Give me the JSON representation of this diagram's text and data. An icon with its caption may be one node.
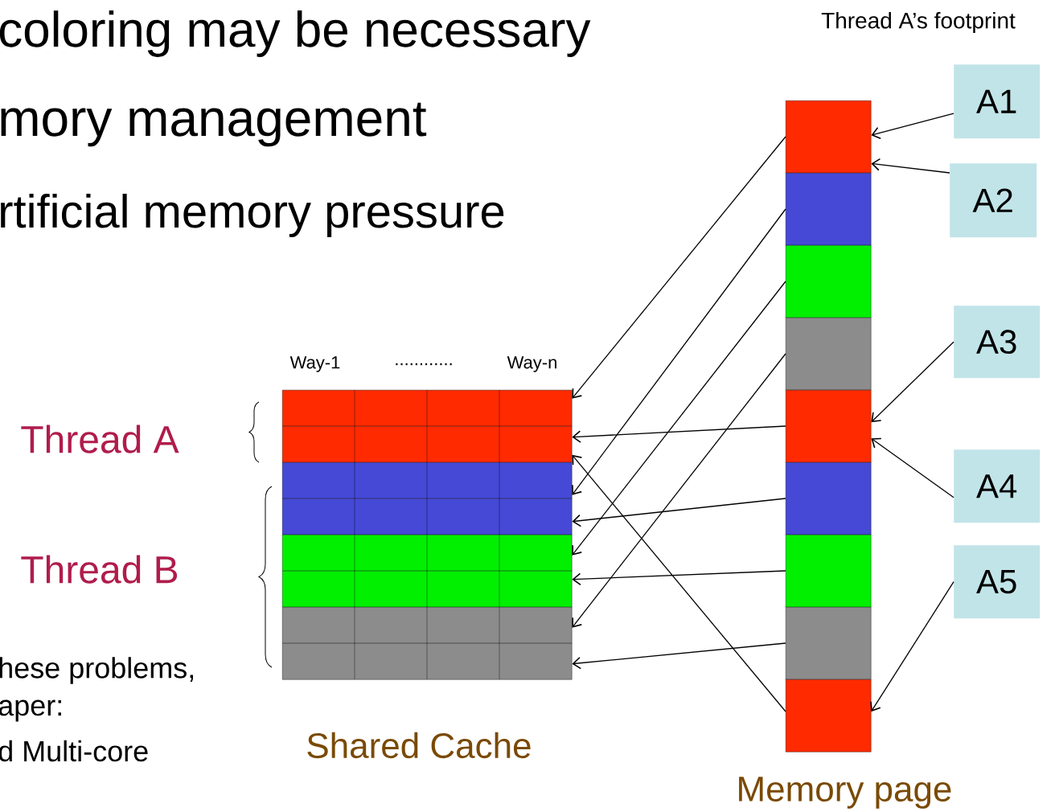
{
  "diagram": {
    "nodes": [
      {
        "text": [],
        "shape": "box"
      },
      {
        "text": [],
        "shape": "box"
      },
      {
        "text": [],
        "shape": "box"
      },
      {
        "text": [],
        "shape": "box"
      },
      {
        "text": [],
        "shape": "box"
      },
      {
        "text": [],
        "shape": "box"
      },
      {
        "text": [],
        "shape": "box"
      },
      {
        "text": [],
        "shape": "box"
      },
      {
        "text": [],
        "shape": "box"
      },
      {
        "text": [],
        "shape": "box"
      },
      {
        "text": [],
        "shape": "box"
      },
      {
        "text": [],
        "shape": "box"
      },
      {
        "text": [],
        "shape": "box"
      },
      {
        "text": [],
        "shape": "box"
      },
      {
        "text": [],
        "shape": "box"
      },
      {
        "text": [],
        "shape": "box"
      },
      {
        "text": [],
        "shape": "box"
      },
      {
        "text": [
          "A1"
        ]
      },
      {
        "text": [
          "A2"
        ]
      },
      {
        "text": [
          "A3"
        ]
      },
      {
        "text": [
          "A4"
        ]
      },
      {
        "text": [
          "A5"
        ]
      }
    ],
    "edges": [
      {
        "from": 8,
        "to": 0,
        "arrow": "to"
      },
      {
        "from": 9,
        "to": 2,
        "arrow": "to"
      },
      {
        "from": 10,
        "to": 4,
        "arrow": "to"
      },
      {
        "from": 11,
        "to": 6,
        "arrow": "to"
      },
      {
        "from": 12,
        "to": 1,
        "arrow": "to"
      },
      {
        "from": 13,
        "to": 3,
        "arrow": "to"
      },
      {
        "from": 14,
        "to": 5,
        "arrow": "to"
      },
      {
        "from": 15,
        "to": 7,
        "arrow": "to"
      },
      {
        "from": 16,
        "to": 1,
        "arrow": "to"
      },
      {
        "from": 17,
        "to": 8,
        "arrow": "to"
      },
      {
        "from": 18,
        "to": 8,
        "arrow": "to"
      },
      {
        "from": 19,
        "to": 12,
        "arrow": "to"
      },
      {
        "from": 20,
        "to": 12,
        "arrow": "to"
      },
      {
        "from": 21,
        "to": 16,
        "arrow": "to"
      }
    ],
    "labels": [
      "coloring may be necessary",
      "mory management",
      "rtificial memory pressure",
      "Thread A’s footprint",
      "Way-1",
      "............",
      "Way-n",
      "Thread A",
      "Thread B",
      "hese problems,",
      "aper:",
      "d Multi-core",
      "Shared Cache",
      "Memory page"
    ]
  }
}
